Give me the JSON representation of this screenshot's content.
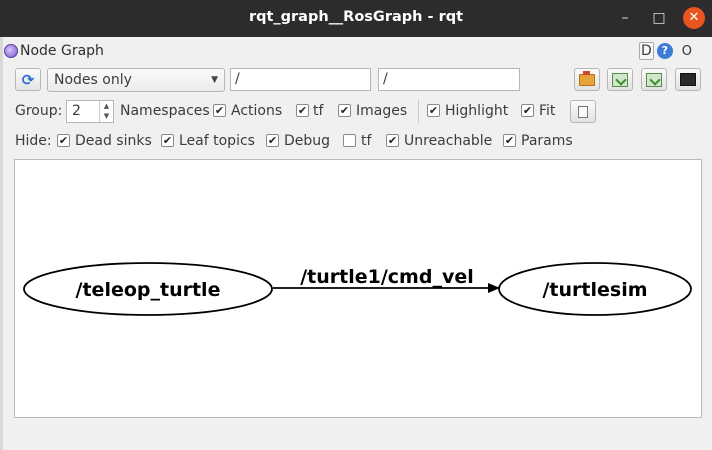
{
  "window": {
    "title": "rqt_graph__RosGraph - rqt",
    "controls": {
      "minimize": "–",
      "maximize": "□",
      "close": "✕"
    }
  },
  "dock": {
    "title": "Node Graph",
    "icon": "rqt-plugin-icon",
    "d_label": "D",
    "help_label": "?",
    "o_label": "O"
  },
  "toolbar": {
    "refresh_icon": "refresh-icon",
    "refresh_glyph": "⟳",
    "mode_select": {
      "value": "Nodes only",
      "arrow": "▼"
    },
    "node_filter": "/",
    "topic_filter": "/",
    "buttons": [
      "load-dot-icon",
      "save-dot-icon",
      "save-svg-icon",
      "screenshot-icon"
    ]
  },
  "options": {
    "group_label": "Group:",
    "group_value": "2",
    "spin_up": "▲",
    "spin_down": "▼",
    "namespaces": {
      "label": "Namespaces",
      "checked": true
    },
    "actions": {
      "label": "Actions",
      "checked": true
    },
    "tf": {
      "label": "tf",
      "checked": true
    },
    "images": {
      "label": "Images",
      "checked": true
    },
    "highlight": {
      "label": "Highlight",
      "checked": true
    },
    "fit": {
      "label": "Fit",
      "checked": true
    },
    "fit_button_icon": "fit-in-view-icon"
  },
  "hide": {
    "label": "Hide:",
    "dead_sinks": {
      "label": "Dead sinks",
      "checked": true
    },
    "leaf_topics": {
      "label": "Leaf topics",
      "checked": true
    },
    "debug": {
      "label": "Debug",
      "checked": true
    },
    "tf": {
      "label": "tf",
      "checked": false
    },
    "unreachable": {
      "label": "Unreachable",
      "checked": true
    },
    "params": {
      "label": "Params",
      "checked": true
    }
  },
  "check_mark": "✔",
  "graph": {
    "nodes": [
      {
        "id": "teleop",
        "label": "/teleop_turtle"
      },
      {
        "id": "turtlesim",
        "label": "/turtlesim"
      }
    ],
    "edges": [
      {
        "from": "teleop",
        "to": "turtlesim",
        "label": "/turtle1/cmd_vel"
      }
    ]
  }
}
